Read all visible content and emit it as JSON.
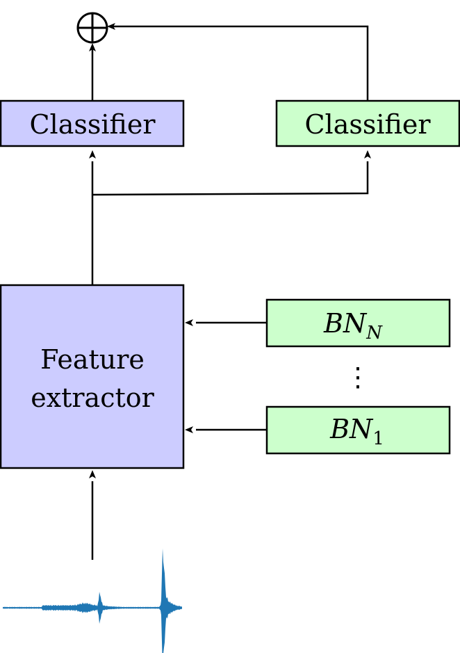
{
  "classifier_left": {
    "label": "Classifier"
  },
  "classifier_right": {
    "label": "Classifier"
  },
  "feature_extractor": {
    "line1": "Feature",
    "line2": "extractor"
  },
  "bn_top": {
    "base": "BN",
    "sub": "N"
  },
  "bn_bottom": {
    "base": "BN",
    "sub": "1"
  },
  "ellipsis": "⋮",
  "sum_symbol": "circle-plus",
  "colors": {
    "shared_block": "#ccccff",
    "domain_block": "#ccffcc",
    "waveform": "#1f77b4"
  }
}
